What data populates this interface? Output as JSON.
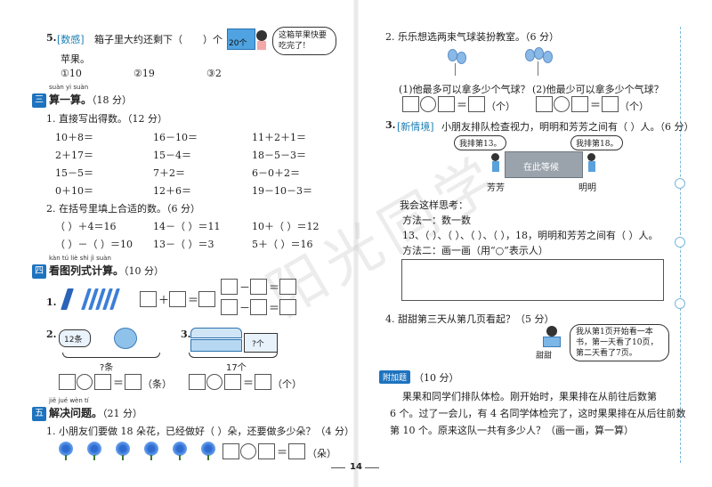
{
  "left": {
    "q5": {
      "num": "5.",
      "tag": "[数感]",
      "text_a": "箱子里大约还剩下（",
      "text_b": "）个",
      "text_c": "苹果。",
      "box_label": "20个",
      "bubble": "这箱苹果快要吃完了!",
      "opt1": "①10",
      "opt2": "②19",
      "opt3": "③2"
    },
    "sec3": {
      "pinyin": "suàn  yi  suàn",
      "badge": "三",
      "title": "算一算。",
      "score": "（18 分）"
    },
    "p1": {
      "title": "1. 直接写出得数。（12 分）",
      "rows": [
        [
          "10＋8＝",
          "16－10＝",
          "11＋2＋1＝"
        ],
        [
          "2＋17＝",
          "15－4＝",
          "18－5－3＝"
        ],
        [
          "15－5＝",
          "7＋2＝",
          "6－0＋2＝"
        ],
        [
          "0＋10＝",
          "12＋6＝",
          "19－10－3＝"
        ]
      ]
    },
    "p2": {
      "title": "2. 在括号里填上合适的数。（6 分）",
      "rows": [
        [
          "（    ）＋4＝16",
          "14－（    ）＝11",
          "10＋（    ）＝12"
        ],
        [
          "（    ）－（    ）＝10",
          "13－（    ）＝3",
          "5＋（    ）＝16"
        ]
      ]
    },
    "sec4": {
      "pinyin": "kàn  tú  liè  shì  jì  suàn",
      "badge": "四",
      "title": "看图列式计算。",
      "score": "（10 分）"
    },
    "q4_1": {
      "num": "1."
    },
    "q4_2": {
      "num": "2.",
      "bag": "12条",
      "total": "?条",
      "unit": "（条）"
    },
    "q4_3": {
      "num": "3.",
      "box": "?个",
      "total": "17个",
      "unit": "（个）"
    },
    "sec5": {
      "pinyin": "jiě  jué  wèn  tí",
      "badge": "五",
      "title": "解决问题。",
      "score": "（21 分）"
    },
    "q5_1": {
      "text": "1. 小朋友们要做 18 朵花，已经做好（    ）朵，还要做多少朵？（4 分）",
      "unit": "（朵）"
    }
  },
  "right": {
    "q2": {
      "text": "2. 乐乐想选两束气球装扮教室。（6 分）",
      "sub1": "(1)他最多可以拿多少个气球？",
      "sub2": "(2)他最少可以拿多少个气球？",
      "unit": "（个）"
    },
    "q3": {
      "num": "3.",
      "tag": "[新情境]",
      "text": "小朋友排队检查视力，明明和芳芳之间有（    ）人。（6 分）",
      "bubble_left": "我排第13。",
      "bubble_right": "我排第18。",
      "wait_sign": "在此等候",
      "name_left": "芳芳",
      "name_right": "明明",
      "think": "我会这样思考：",
      "method1": "方法一：数一数",
      "method1_line": "13、（    ）、（    ）、（    ）、（    ），18，明明和芳芳之间有（    ）人。",
      "method2": "方法二：画一画（用“○”表示人）"
    },
    "q4": {
      "text": "4. 甜甜第三天从第几页看起？（5 分）",
      "bubble": "我从第1页开始看一本书，第一天看了10页，第二天看了7页。",
      "name": "甜甜"
    },
    "bonus": {
      "badge": "附加题",
      "score": "（10 分）",
      "line1": "果果和同学们排队体检。刚开始时，果果排在从前往后数第",
      "line2": "6 个。过了一会儿，有 4 名同学体检完了，这时果果排在从后往前数",
      "line3": "第 10 个。原来这队一共有多少人？（画一画，算一算）"
    }
  },
  "watermark": "阳光同学",
  "page_number": "14"
}
